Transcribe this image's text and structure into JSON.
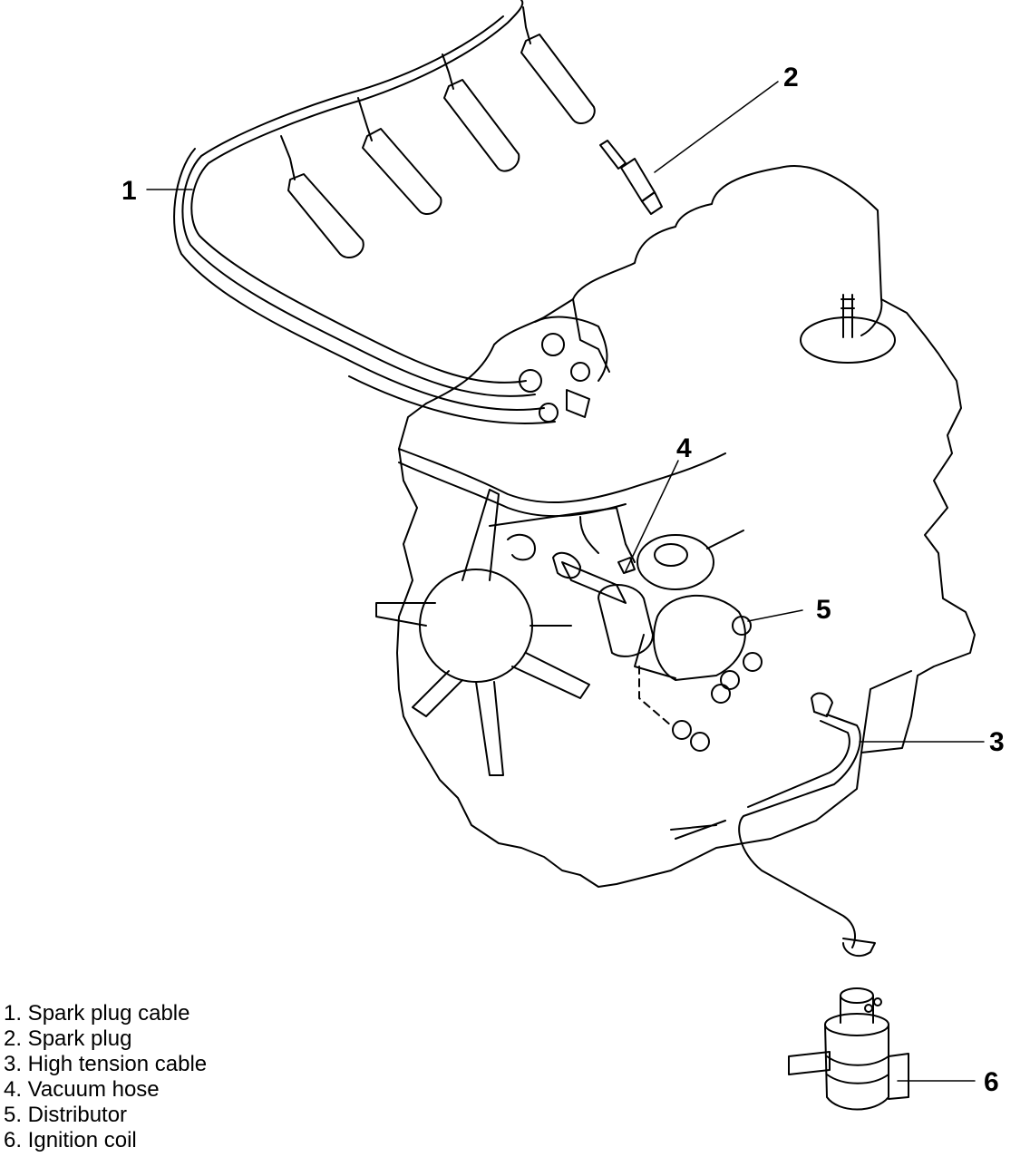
{
  "callouts": [
    {
      "number": "1"
    },
    {
      "number": "2"
    },
    {
      "number": "3"
    },
    {
      "number": "4"
    },
    {
      "number": "5"
    },
    {
      "number": "6"
    }
  ],
  "legend": [
    "1. Spark plug cable",
    "2. Spark plug",
    "3. High tension cable",
    "4. Vacuum hose",
    "5. Distributor",
    "6. Ignition coil"
  ],
  "colors": {
    "ink": "#000000",
    "paper": "#ffffff"
  }
}
